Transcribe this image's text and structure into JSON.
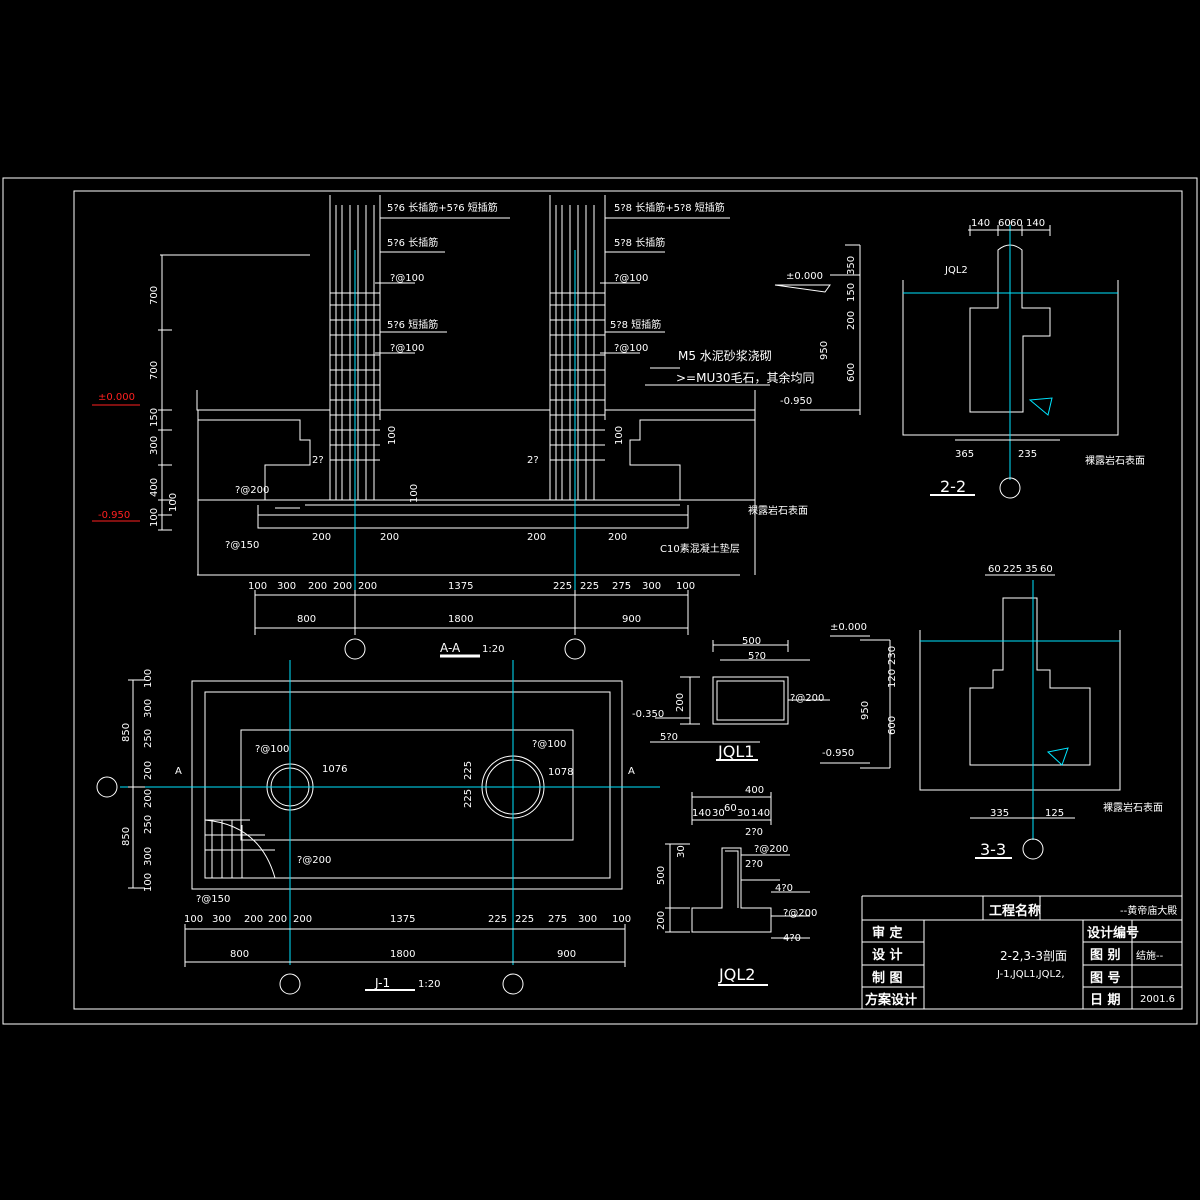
{
  "section_aa": {
    "title": "A-A",
    "scale": "1:20",
    "rebar_left": [
      "5?6 长插筋+5?6 短插筋",
      "5?6 长插筋",
      "?@100",
      "5?6 短插筋",
      "?@100"
    ],
    "rebar_right": [
      "5?8 长插筋+5?8 短插筋",
      "5?8 长插筋",
      "?@100",
      "5?8 短插筋",
      "?@100"
    ],
    "note_mortar": "M5 水泥砂浆浇砌",
    "note_stone": ">=MU30毛石，其余均同",
    "note_rock": "裸露岩石表面",
    "note_cushion": "C10素混凝土垫层",
    "elev_top": "±0.000",
    "elev_bottom": "-0.950",
    "left_dims": [
      "700",
      "700",
      "150",
      "300",
      "400",
      "100",
      "100"
    ],
    "bar_labels": [
      "?@200",
      "?@150",
      "200",
      "200",
      "200",
      "200",
      "100",
      "100",
      "100",
      "2?",
      "2?"
    ],
    "dims_row1": [
      "100",
      "300",
      "200",
      "200",
      "200",
      "1375",
      "225",
      "225",
      "275",
      "300",
      "100"
    ],
    "dims_row2": [
      "800",
      "1800",
      "900"
    ]
  },
  "section_22": {
    "title": "2-2",
    "top_dims": [
      "140",
      "60",
      "60",
      "140"
    ],
    "beam": "JQL2",
    "elev_top": "±0.000",
    "elev_bottom": "-0.950",
    "side_dims": [
      "350",
      "150",
      "200",
      "600",
      "950"
    ],
    "bottom_dims": [
      "365",
      "235"
    ],
    "note_rock": "裸露岩石表面"
  },
  "section_33": {
    "title": "3-3",
    "top_dims": [
      "60",
      "225",
      "35",
      "60"
    ],
    "elev_top": "±0.000",
    "elev_bottom": "-0.950",
    "side_dims": [
      "230",
      "120",
      "600",
      "950"
    ],
    "bottom_dims": [
      "335",
      "125"
    ],
    "note_rock": "裸露岩石表面"
  },
  "plan_j1": {
    "title": "J-1",
    "scale": "1:20",
    "section_mark": "A",
    "left_dims": [
      "100",
      "300",
      "250",
      "200",
      "200",
      "250",
      "300",
      "100",
      "850",
      "850"
    ],
    "labels": [
      "?@100",
      "1076",
      "?@100",
      "1078",
      "225",
      "225",
      "?@200",
      "?@150"
    ],
    "dims_row1": [
      "100",
      "300",
      "200",
      "200",
      "200",
      "1375",
      "225",
      "225",
      "275",
      "300",
      "100"
    ],
    "dims_row2": [
      "800",
      "1800",
      "900"
    ]
  },
  "jql1": {
    "title": "JQL1",
    "width": "500",
    "top": "5?0",
    "bottom": "5?0",
    "height": "200",
    "stirrup": "?@200",
    "elev": "-0.350"
  },
  "jql2": {
    "title": "JQL2",
    "width": "400",
    "sub": [
      "140",
      "30",
      "60",
      "30",
      "140"
    ],
    "labels": [
      "2?0",
      "?@200",
      "2?0",
      "4?0",
      "?@200",
      "4?0"
    ],
    "heights": [
      "30",
      "500",
      "200"
    ]
  },
  "title_block": {
    "project_label": "工程名称",
    "project_name": "--黄帝庙大殿",
    "rows": [
      "审  定",
      "设  计",
      "制  图",
      "方案设计"
    ],
    "drawing_name": "2-2,3-3剖面",
    "drawing_list": "J-1,JQL1,JQL2,",
    "right_labels": [
      "设计编号",
      "图  别",
      "图  号",
      "日  期"
    ],
    "right_values": [
      "",
      "结施--",
      "",
      "2001.6"
    ]
  },
  "colors": {
    "line": "#ffffff",
    "axis": "#00e5ff",
    "marker": "#ff2020",
    "background": "#000000"
  }
}
